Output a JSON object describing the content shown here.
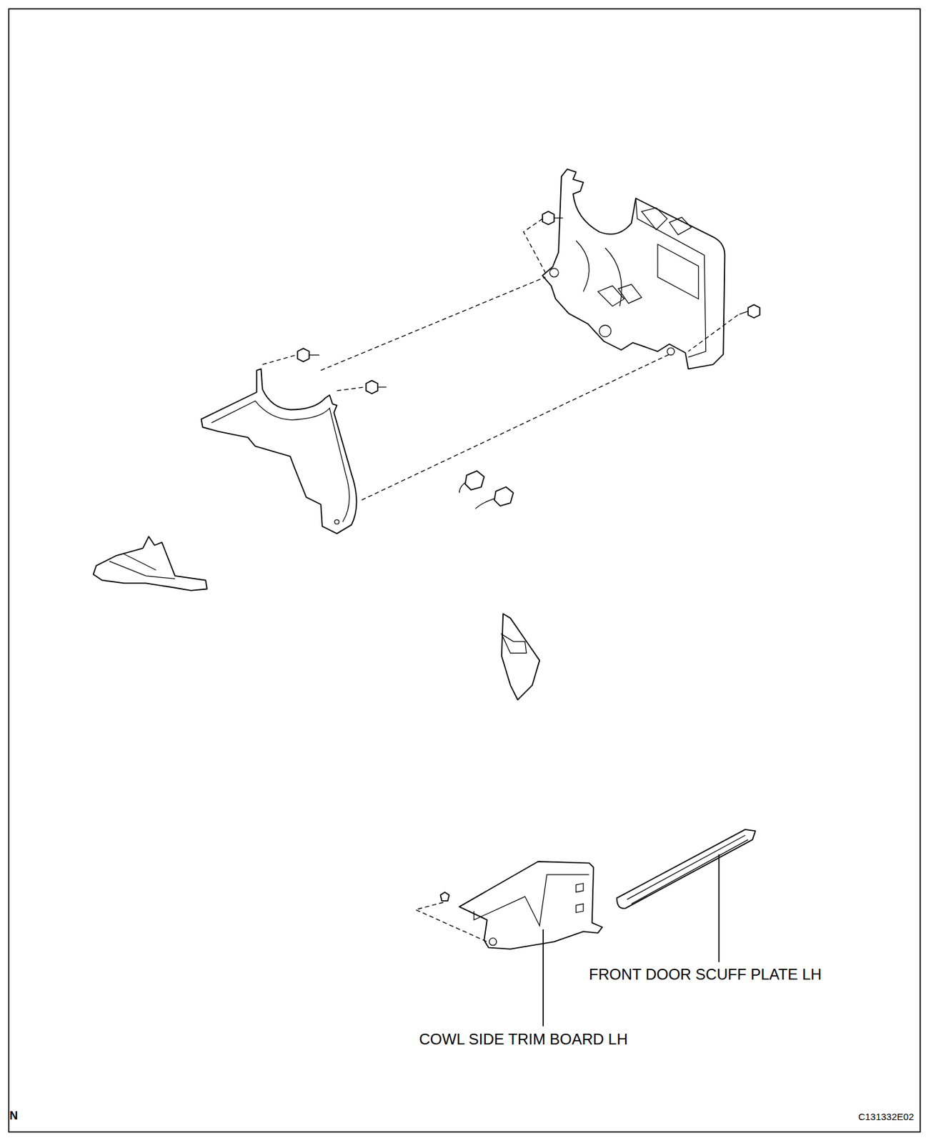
{
  "diagram": {
    "labels": [
      "FRONT DOOR SCUFF PLATE LH",
      "COWL SIDE TRIM BOARD LH",
      "N",
      "C131332E02"
    ]
  }
}
